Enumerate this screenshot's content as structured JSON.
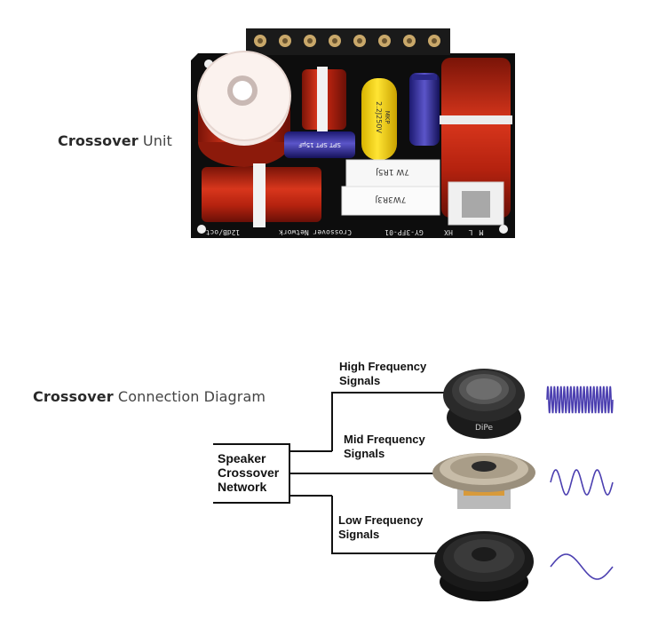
{
  "captions": {
    "unit": {
      "bold": "Crossover",
      "rest": " Unit"
    },
    "diagram": {
      "bold": "Crossover",
      "rest": " Connection Diagram"
    }
  },
  "board": {
    "capacitor_label_1": "2.2J250V",
    "capacitor_label_2": "MKP",
    "electrolytic_label": "SPT SPT 15μF",
    "resistor_1": "7W 1R5J",
    "resistor_2": "7W3R3J",
    "silk_1": "12dB/oct",
    "silk_2": "Crossover Network",
    "silk_3": "GY-3FP-01",
    "silk_4": "HX",
    "silk_5": "L",
    "silk_6": "M"
  },
  "diagram": {
    "network": {
      "line1": "Speaker",
      "line2": "Crossover",
      "line3": "Network"
    },
    "high": {
      "line1": "High Frequency",
      "line2": "Signals"
    },
    "mid": {
      "line1": "Mid Frequency",
      "line2": "Signals"
    },
    "low": {
      "line1": "Low Frequency",
      "line2": "Signals"
    },
    "tweeter_brand": "DiPe",
    "wave_color": "#4b3fb0",
    "line_color": "#111111"
  }
}
